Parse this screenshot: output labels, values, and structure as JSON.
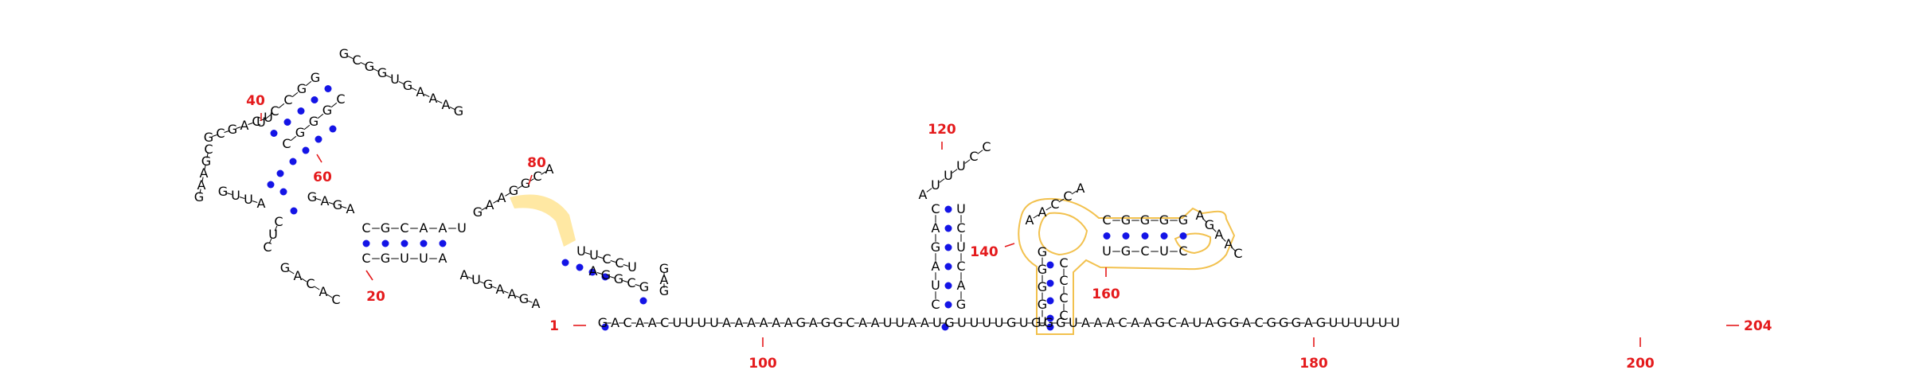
{
  "diagram": {
    "start_label": "1",
    "end_label": "204",
    "position_labels": [
      "20",
      "40",
      "60",
      "80",
      "100",
      "120",
      "140",
      "160",
      "180",
      "200"
    ],
    "sequence": "GACAACUUUUAAAAAAGAGGCAAUUAAUGUUUUGUGGGUAAACAAGCAUAGGACGGGAGUUUUUU",
    "colors": {
      "nucleotide": "#000000",
      "base_pair": "#1414e6",
      "position_label": "#e41a1c",
      "highlight_fill": "#ffd966",
      "highlight_outline": "#f2c14e"
    }
  },
  "segments": {
    "tail_3prime": "GACAACUUUUAAAAAAGAGGCAAUUAAUGUUUUGUGGGUAAACAAGCAUAGGACGGGAGUUUUUU",
    "left_strand_a": "GUUA",
    "left_strand_b": "CUC",
    "left_bottom_loop": "GACAC",
    "helix1_top": "CGCAAU",
    "helix1_bottom": "CGUUA",
    "top_stem_left": "UCCGG",
    "top_stem_right": "CGGGC",
    "top_loop": "GCGGUGAAAG",
    "far_left_strand": "GCGACU",
    "far_left_col": "CGAAG",
    "inner_left_a": "GAGA",
    "middle_loop_top": "GAAGGCA",
    "middle_loop_bottom": "AUGAAGA",
    "right_mini_stem_top": "UUCCU",
    "right_mini_stem_bottom": "AGGCG",
    "right_mini_loop": "GAG",
    "stem120_left": "CAGAUC",
    "stem120_right": "UCUCAG",
    "hairpin120_loop": "AUUUCC",
    "stem140_left": "GGGGU",
    "stem140_right": "CCCC",
    "loop140": "AACCA",
    "stem160_top": "CGGGG",
    "stem160_bottom": "UGCUC",
    "loop160": "AGAAC"
  }
}
